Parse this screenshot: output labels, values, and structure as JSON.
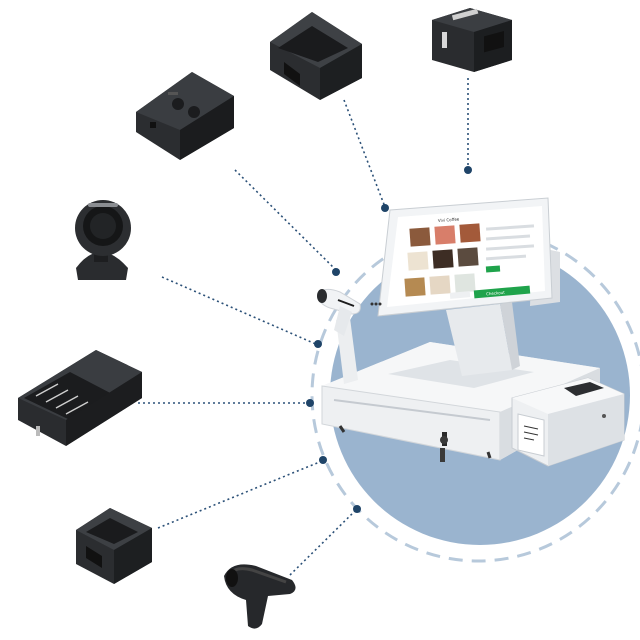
{
  "scene": {
    "background_color": "#ffffff",
    "circle_fill": "#9ab4cf",
    "dashed_ring_color": "#b7c9db",
    "connector_color": "#2c5178",
    "connector_dot_color": "#1f4468",
    "device_dark": "#2b2d30",
    "device_white": "#f1f3f5"
  },
  "center_device": {
    "type": "pos-terminal-with-cash-drawer",
    "screen": {
      "header": "Vivi Coffee",
      "accent_color": "#1fa34b",
      "button_label": "Checkout"
    }
  },
  "peripherals": [
    {
      "name": "portable-receipt-printer",
      "icon": "printer-icon"
    },
    {
      "name": "thermal-receipt-printer",
      "icon": "printer-icon"
    },
    {
      "name": "receipt-printer-cube",
      "icon": "printer-icon"
    },
    {
      "name": "omnidirectional-barcode-scanner",
      "icon": "scanner-icon"
    },
    {
      "name": "cash-drawer",
      "icon": "cash-drawer-icon"
    },
    {
      "name": "desktop-receipt-printer",
      "icon": "printer-icon"
    },
    {
      "name": "handheld-barcode-scanner",
      "icon": "barcode-scanner-icon"
    },
    {
      "name": "label-printer",
      "icon": "label-printer-icon"
    }
  ]
}
